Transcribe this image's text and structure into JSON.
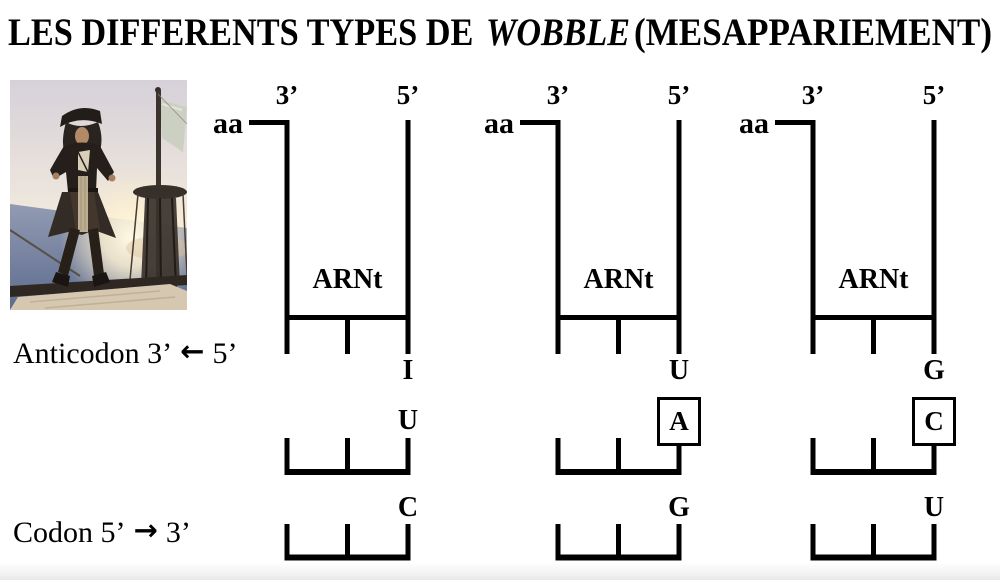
{
  "title": {
    "part1": "LES DIFFERENTS TYPES DE ",
    "part2": "WOBBLE",
    "part3": " (MESAPPARIEMENT)"
  },
  "left_labels": {
    "anticodon_prefix": "Anticodon 3’",
    "anticodon_arrow": "←",
    "anticodon_suffix": "5’",
    "codon_prefix": "Codon 5’",
    "codon_arrow": "→",
    "codon_suffix": "3’"
  },
  "diagrams": [
    {
      "aa_label": "aa",
      "three_prime": "3’",
      "five_prime": "5’",
      "trna_label": "ARNt",
      "anticodon_wobble_base": "I",
      "codon_base_1": "U",
      "codon_base_1_boxed": false,
      "codon_base_2": "C"
    },
    {
      "aa_label": "aa",
      "three_prime": "3’",
      "five_prime": "5’",
      "trna_label": "ARNt",
      "anticodon_wobble_base": "U",
      "codon_base_1": "A",
      "codon_base_1_boxed": true,
      "codon_base_2": "G"
    },
    {
      "aa_label": "aa",
      "three_prime": "3’",
      "five_prime": "5’",
      "trna_label": "ARNt",
      "anticodon_wobble_base": "G",
      "codon_base_1": "C",
      "codon_base_1_boxed": true,
      "codon_base_2": "U"
    }
  ]
}
